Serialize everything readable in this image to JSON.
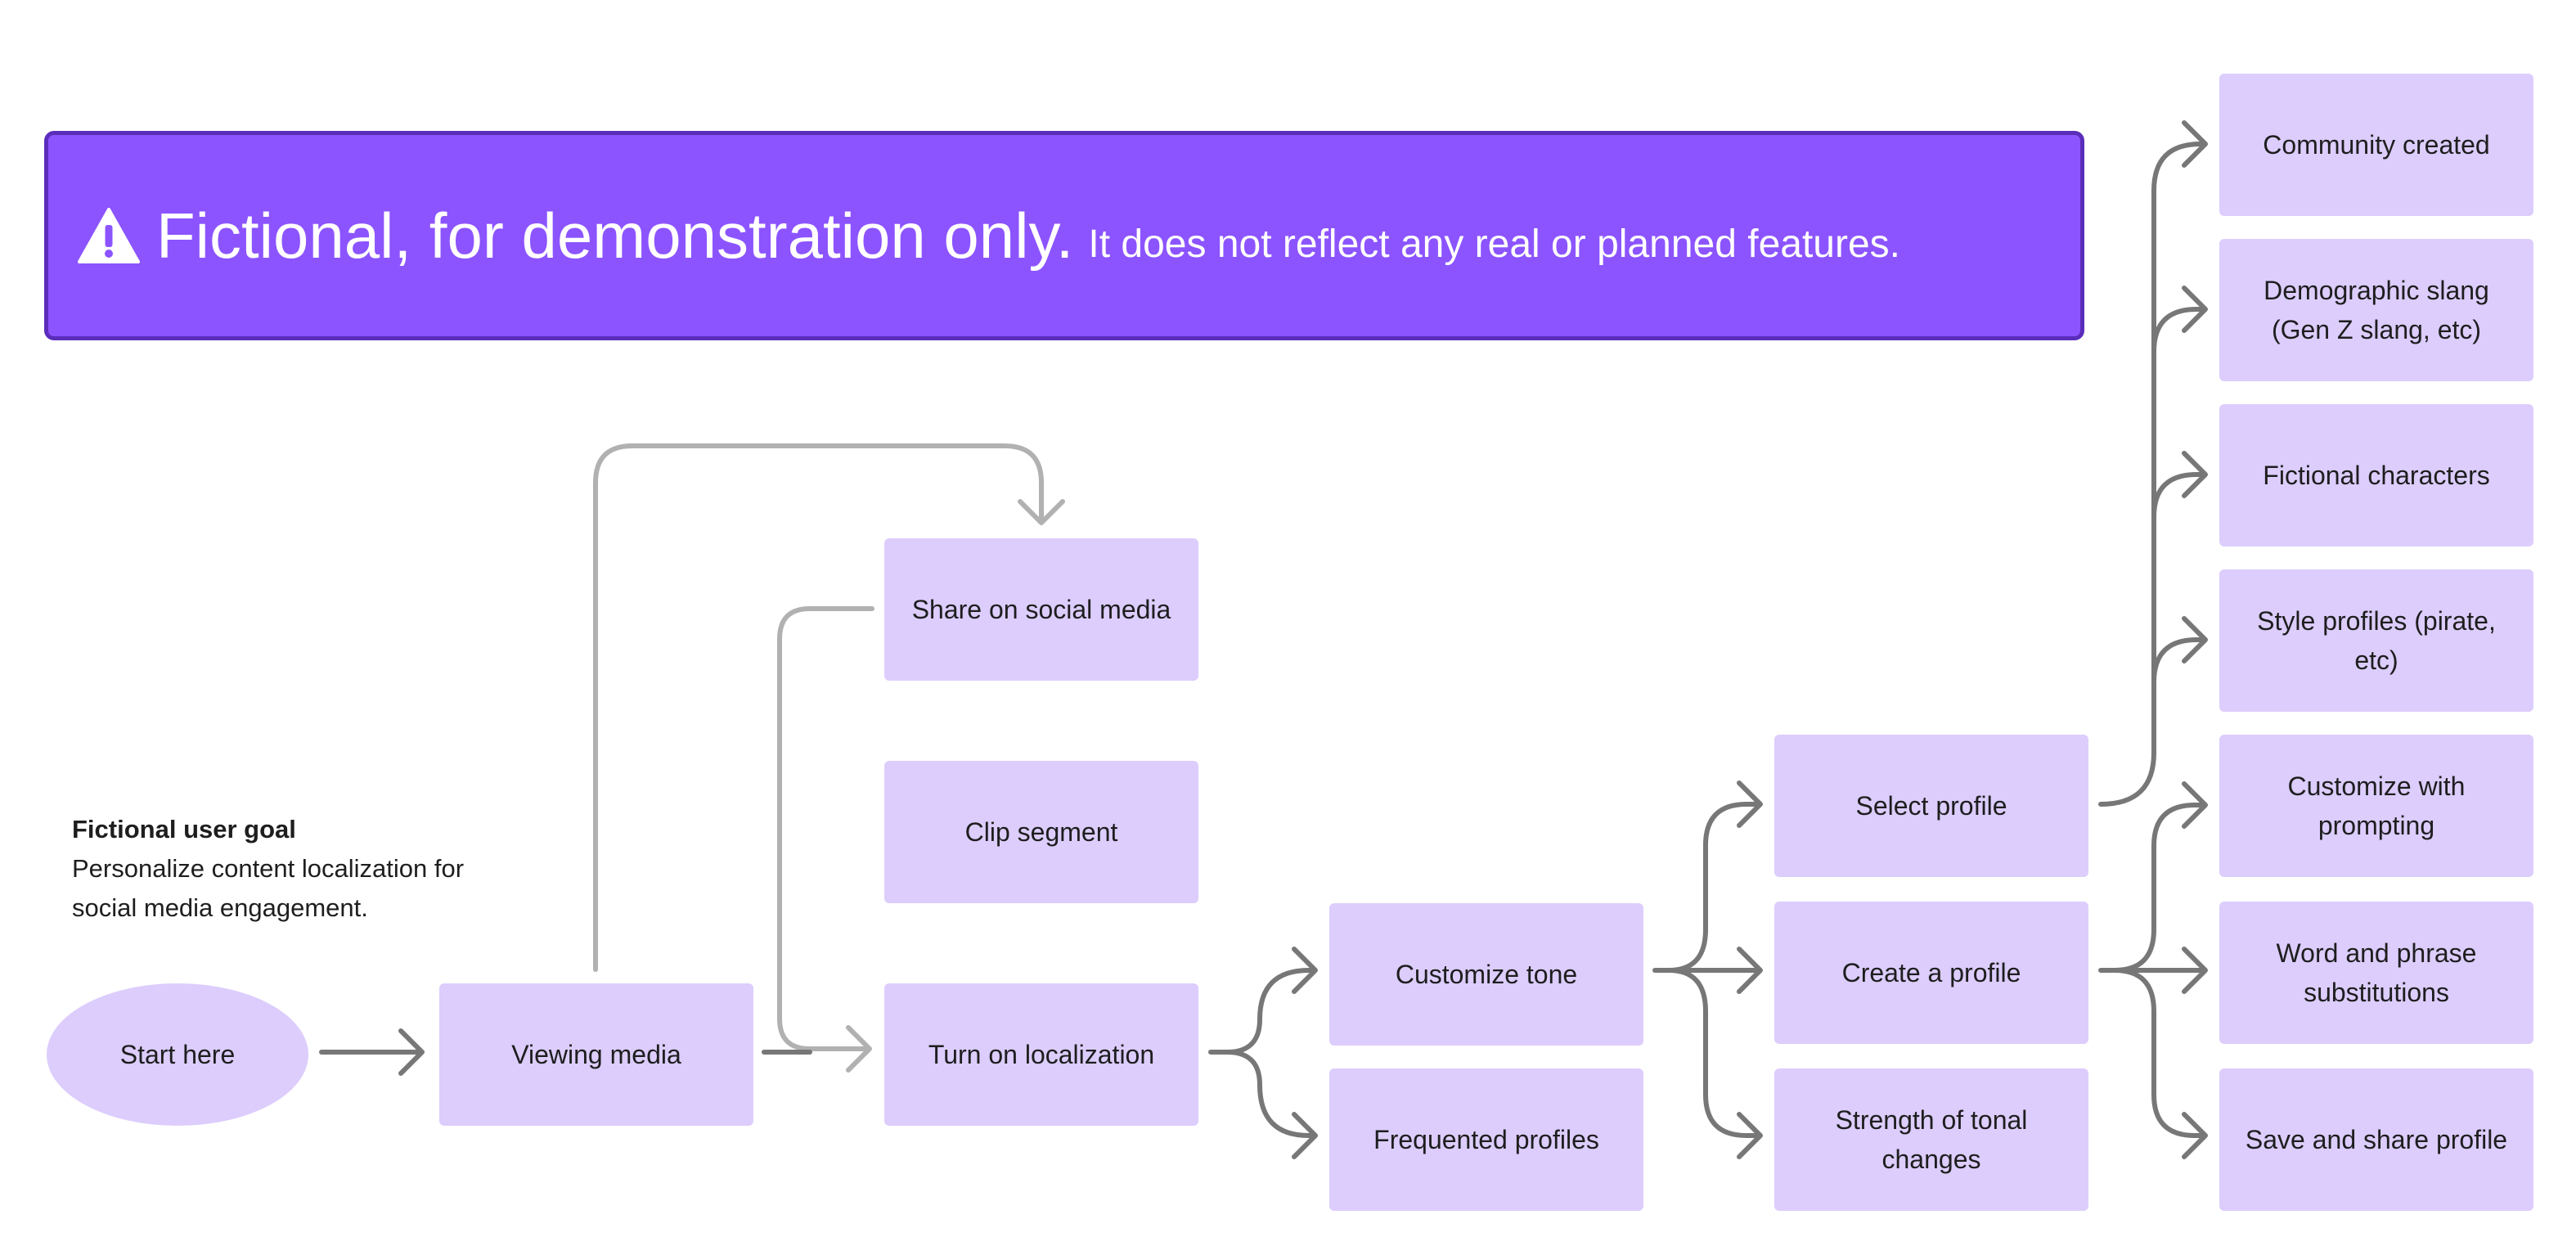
{
  "banner": {
    "icon": "warning-icon",
    "headline": "Fictional, for demonstration only.",
    "subtext": "It does not reflect any real or planned features.",
    "background": "#8c54ff",
    "border": "#5a2dbb"
  },
  "goal": {
    "title": "Fictional user goal",
    "description": "Personalize content localization for social media engagement."
  },
  "nodes": {
    "start": "Start here",
    "viewing_media": "Viewing media",
    "share_social": "Share on social media",
    "clip_segment": "Clip segment",
    "turn_on_localization": "Turn on localization",
    "customize_tone": "Customize tone",
    "frequented_profiles": "Frequented profiles",
    "select_profile": "Select profile",
    "create_profile": "Create a profile",
    "strength_tonal": "Strength of tonal changes",
    "community_created": "Community created",
    "demographic_slang": "Demographic slang (Gen Z slang, etc)",
    "fictional_characters": "Fictional characters",
    "style_profiles": "Style profiles (pirate, etc)",
    "customize_prompting": "Customize with prompting",
    "word_phrase": "Word and phrase substitutions",
    "save_share": "Save and share profile"
  },
  "colors": {
    "node_fill": "#dccdfd",
    "connector": "#777777",
    "connector_light": "#b1b1b1"
  }
}
